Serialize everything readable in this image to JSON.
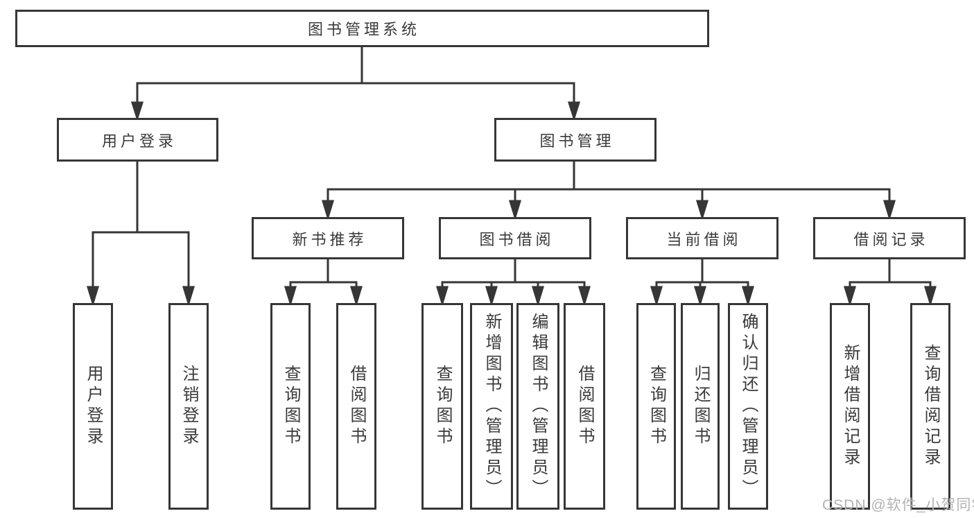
{
  "colors": {
    "line": "#363636",
    "node_border": "#363636",
    "text": "#3a3a3a",
    "watermark": "#b3b3b3",
    "background": "#ffffff"
  },
  "watermark": {
    "text": "CSDN @软件_小贺同学"
  },
  "tree": {
    "root": {
      "label": "图书管理系统"
    },
    "level2": [
      {
        "label": "用户登录",
        "children": [
          {
            "label": "用户登录"
          },
          {
            "label": "注销登录"
          }
        ]
      },
      {
        "label": "图书管理",
        "children": [
          {
            "label": "新书推荐",
            "children": [
              {
                "label": "查询图书"
              },
              {
                "label": "借阅图书"
              }
            ]
          },
          {
            "label": "图书借阅",
            "children": [
              {
                "label": "查询图书"
              },
              {
                "label": "新增图书（管理员）"
              },
              {
                "label": "编辑图书（管理员）"
              },
              {
                "label": "借阅图书"
              }
            ]
          },
          {
            "label": "当前借阅",
            "children": [
              {
                "label": "查询图书"
              },
              {
                "label": "归还图书"
              },
              {
                "label": "确认归还（管理员）"
              }
            ]
          },
          {
            "label": "借阅记录",
            "children": [
              {
                "label": "新增借阅记录"
              },
              {
                "label": "查询借阅记录"
              }
            ]
          }
        ]
      }
    ]
  }
}
